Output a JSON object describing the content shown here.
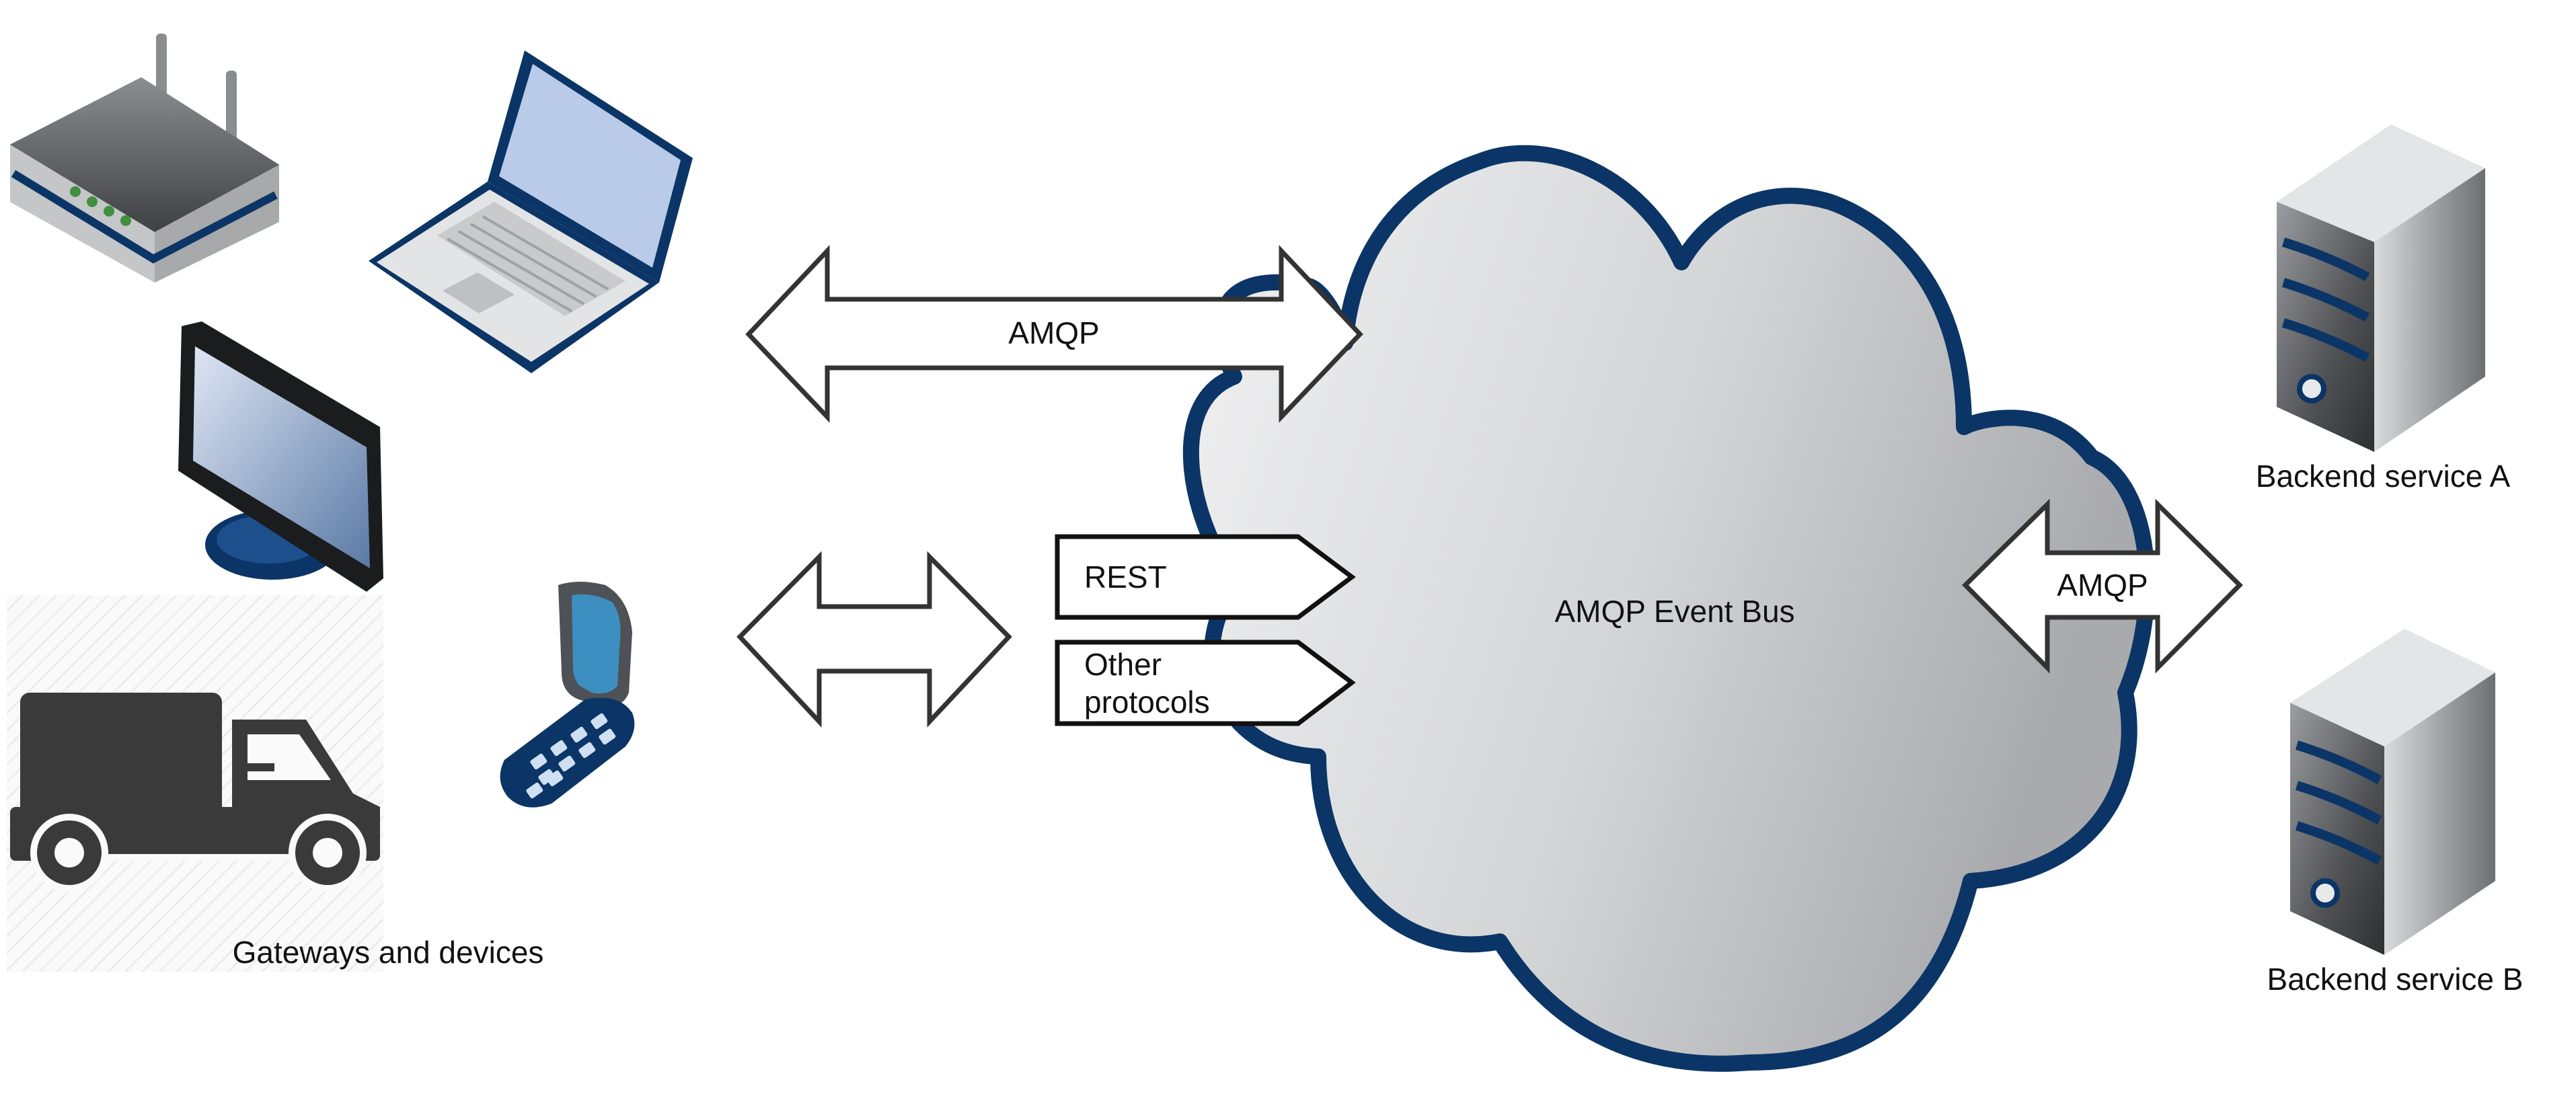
{
  "labels": {
    "devices": "Gateways and devices",
    "event_bus": "AMQP Event Bus",
    "backend_a": "Backend service A",
    "backend_b": "Backend service B"
  },
  "arrows": {
    "amqp_top": "AMQP",
    "amqp_right": "AMQP",
    "rest": "REST",
    "other_line1": "Other",
    "other_line2": "protocols"
  },
  "icons": [
    "router-icon",
    "laptop-icon",
    "monitor-icon",
    "truck-icon",
    "flip-phone-icon",
    "cloud-icon",
    "server-icon"
  ],
  "colors": {
    "navy": "#0b3566",
    "cloud_light": "#eeeeef",
    "cloud_dark": "#a8a9ac",
    "truck": "#3a3a3a",
    "device_grey": "#7d7f82",
    "screen_blue": "#b9cbe9"
  }
}
